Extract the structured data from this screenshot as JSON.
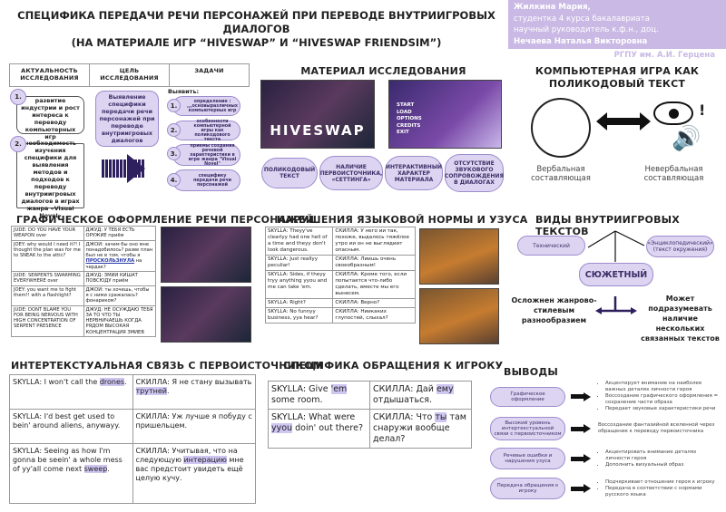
{
  "header": {
    "title": "СПЕЦИФИКА ПЕРЕДАЧИ РЕЧИ ПЕРСОНАЖЕЙ ПРИ ПЕРЕВОДЕ ВНУТРИИГРОВЫХ ДИАЛОГОВ",
    "subtitle": "(НА МАТЕРИАЛЕ ИГР “HIVESWAP” И “HIVESWAP FRIENDSIM”)",
    "author": "Жилкина Мария,",
    "author_desc": "студентка 4 курса бакалавриата",
    "advisor_desc": "научный руководитель к.ф.н., доц.",
    "advisor": "Нечаева Наталья Викторовна",
    "university": "РГПУ им. А.И. Герцена",
    "accent": "#c9b9e4"
  },
  "intro": {
    "col_headers": [
      "АКТУАЛЬНОСТЬ ИССЛЕДОВАНИЯ",
      "ЦЕЛЬ ИССЛЕДОВАНИЯ",
      "ЗАДАЧИ"
    ],
    "relevance": [
      {
        "n": "1.",
        "text": "развитие индустрии и рост интереса к переводу компьютерных игр"
      },
      {
        "n": "2.",
        "text": "необходимость изучения специфики для выявления методов и подходов к переводу внутриигровых диалогов в играх жанра «Visual Novel»"
      }
    ],
    "goal": "Выявление специфики передачи речи персонажей при переводе внутриигровых диалогов",
    "tasks_label": "Выявить:",
    "tasks": [
      {
        "n": "1.",
        "text": "определение : ,,,основыразличных компьютерных игр"
      },
      {
        "n": "2.",
        "text": "особенности компьютерной игры как поликодового текста"
      },
      {
        "n": "3.",
        "text": "приемы создания речевой характеристики в игре жанра \"Visual Novel\""
      },
      {
        "n": "4.",
        "text": "специфику передачи речи персонажей"
      }
    ]
  },
  "materials": {
    "title": "МАТЕРИАЛ ИССЛЕДОВАНИЯ",
    "game1": "HIVESWAP",
    "game2_menu": [
      "START",
      "LOAD",
      "OPTIONS",
      "CREDITS",
      "EXIT"
    ],
    "pills": [
      "ПОЛИКОДОВЫЙ ТЕКСТ",
      "НАЛИЧИЕ ПЕРВОИСТОЧНИКА, «СЕТТИНГА»",
      "ИНТЕРАКТИВНЫЙ ХАРАКТЕР МАТЕРИАЛА",
      "ОТСУТСТВИЕ ЗВУКОВОГО СОПРОВОЖДЕНИЯ В ДИАЛОГАХ"
    ]
  },
  "polycode": {
    "title": "КОМПЬЮТЕРНАЯ ИГРА КАК ПОЛИКОДОВЫЙ ТЕКСТ",
    "verbal": "Вербальная составляющая",
    "nonverbal": "Невербальная составляющая"
  },
  "graphic": {
    "title": "ГРАФИЧЕСКОЕ ОФОРМЛЕНИЕ РЕЧИ ПЕРСОНАЖЕЙ",
    "rows": [
      [
        "JUDE: DO YOU HAVE YOUR WEAPON over",
        "ДЖУД: У ТЕБЯ ЕСТЬ ОРУЖИЕ приём"
      ],
      [
        "JOEY: why would I need it?! I thought the plan was for me to SNEAK to the attic?",
        "ДЖОИ: зачем бы оно мне понадобилось? разве план был не в том, чтобы я",
        "ПРОСКОЛЬЗНУЛА",
        "на чердак?"
      ],
      [
        "JUDE: SERPENTS SWARMING EVERYWHERE over",
        "ДЖУД: ЗМИИ КИШАТ ПОВСЮДУ приём"
      ],
      [
        "JOEY: you want me to fight them!! with a flashlight?",
        "ДЖОИ: ты хочешь, чтобы я с ними сражалась? фонариком?"
      ],
      [
        "JUDE: DONT BLAME YOU FOR BEING NERVOUS WITH HIGH CONCENTRATION OF SERPENT PRESENCE",
        "ДЖУД: НЕ ОСУЖДАЮ ТЕБЯ ЗА ТО ЧТО ТЫ НЕРВНИЧАЕШЬ КОГДА РЯДОМ ВЫСОКАЯ КОНЦЕНТРАЦИЯ ЗМИЕВ"
      ]
    ]
  },
  "violations": {
    "title": "НАРУШЕНИЯ ЯЗЫКОВОЙ НОРМЫ И УЗУСА",
    "rows": [
      [
        "SKYLLA: Theyy've clearlyy had one hell of a time and theyy don't look dangerous.",
        "СКИЛЛА: У него ии так, похоже, выдалось тяжёлое утро ии он не выглядиит опасным."
      ],
      [
        "SKYLLA: Just reallyy peculiar!",
        "СКИЛЛА: Лиишь очень своеобразным!"
      ],
      [
        "SKYLLA: Sides, if theyy tryy anything yyou and me can take 'em.",
        "СКИЛЛА: Кроме того, если попытается что-либо сделать, вместе мы его вынесем."
      ],
      [
        "SKYLLA: Right?",
        "СКИЛЛА: Верно?"
      ],
      [
        "SKYLLA: No funnyy business, yya hear?",
        "СКИЛЛА: Ниикаких глупостей, слыхал?"
      ]
    ]
  },
  "types": {
    "title": "ВИДЫ ВНУТРИИГРОВЫХ ТЕКСТОВ",
    "technical": "Технический",
    "encyclopedic": "«Энциклопедический» (текст окружения)",
    "plot": "СЮЖЕТНЫЙ",
    "left": "Осложнен жанрово-стилевым разнообразием",
    "right": "Может подразумевать наличие нескольких связанных текстов"
  },
  "intertext": {
    "title": "ИНТЕРТЕКСТУАЛЬНАЯ СВЯЗЬ С ПЕРВОИСТОЧНИКОМ",
    "rows": [
      {
        "en": "SKYLLA: I won't call the ",
        "en_hl": "drones",
        "en_after": ".",
        "ru": "СКИЛЛА: Я не стану вызывать ",
        "ru_hl": "трутней",
        "ru_after": "."
      },
      {
        "en": "SKYLLA: I'd best get used to bein' around aliens, anywayy.",
        "en_hl": "",
        "en_after": "",
        "ru": "СКИЛЛА: Уж лучше я побуду с пришельцем.",
        "ru_hl": "",
        "ru_after": ""
      },
      {
        "en": "SKYLLA: Seeing as how I'm gonna be seein' a whole mess of yy'all come next ",
        "en_hl": "sweep",
        "en_after": ".",
        "ru": "СКИЛЛА: Учитывая, что на следующую ",
        "ru_hl": "интерацию",
        "ru_after": " мне вас предстоит увидеть ещё целую кучу."
      }
    ]
  },
  "address": {
    "title": "СПЕЦИФИКА ОБРАЩЕНИЯ К ИГРОКУ",
    "rows": [
      {
        "en": "SKYLLA: Give ",
        "en_hl": "'em",
        "en_after": " some room.",
        "ru": "СКИЛЛА: Дай ",
        "ru_hl": "ему",
        "ru_after": " отдышаться."
      },
      {
        "en": "SKYLLA: What were ",
        "en_hl": "yyou",
        "en_after": " doin' out there?",
        "ru": "СКИЛЛА: Что ",
        "ru_hl": "ты",
        "ru_after": " там снаружи вообще делал?"
      }
    ]
  },
  "conclusions": {
    "title": "ВЫВОДЫ",
    "items": [
      {
        "label": "Графическое оформление",
        "points": [
          "Акцентирует внимание на наиболее важных деталях личности героя",
          "Воссоздание графического оформления = сохранение части образа",
          "Передает звуковые характеристики речи"
        ]
      },
      {
        "label": "Высокий уровень интертекстуальной связи с первоисточником",
        "points": [
          "Воссоздание фантазийной вселенной через обращение к переводу первоисточника"
        ]
      },
      {
        "label": "Речевые ошибки и нарушения узуса",
        "points": [
          "Акцентировать внимание деталях личности героя",
          "Дополнить визуальный образ"
        ]
      },
      {
        "label": "Передача обращения к игроку",
        "points": [
          "Подчеркивает отношение героя к игроку",
          "Передача в соответствии с нормами русского языка"
        ]
      }
    ]
  }
}
